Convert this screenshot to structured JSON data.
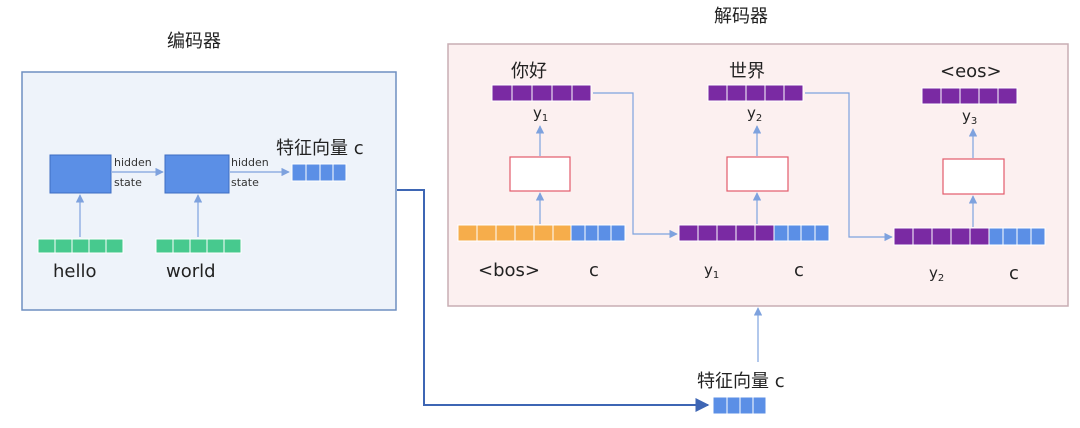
{
  "encoder": {
    "title": "编码器",
    "hidden_label_1": "hidden",
    "hidden_label_2": "state",
    "input_1": "hello",
    "input_2": "world",
    "output_label": "特征向量 c"
  },
  "decoder": {
    "title": "解码器",
    "steps": [
      {
        "output_word": "你好",
        "y_base": "y",
        "y_sub": "1",
        "input_word": "<bos>",
        "ctx": "c"
      },
      {
        "output_word": "世界",
        "y_base": "y",
        "y_sub": "2",
        "input_y_base": "y",
        "input_y_sub": "1",
        "ctx": "c"
      },
      {
        "output_word": "<eos>",
        "y_base": "y",
        "y_sub": "3",
        "input_y_base": "y",
        "input_y_sub": "2",
        "ctx": "c"
      }
    ],
    "feature_label": "特征向量 c"
  },
  "colors": {
    "encoder_bg": "#eef3fa",
    "encoder_border": "#6f8fc1",
    "decoder_bg": "#fcf0f0",
    "decoder_border": "#c8aeb4",
    "rnn_cell": "#5b8fe6",
    "green_token": "#47c98e",
    "blue_token": "#5b8fe6",
    "orange_token": "#f6ad4b",
    "purple_token": "#7a2aa3",
    "red_box": "#e35a6a",
    "arrow": "#7ea2de",
    "long_arrow": "#3e66b4"
  }
}
